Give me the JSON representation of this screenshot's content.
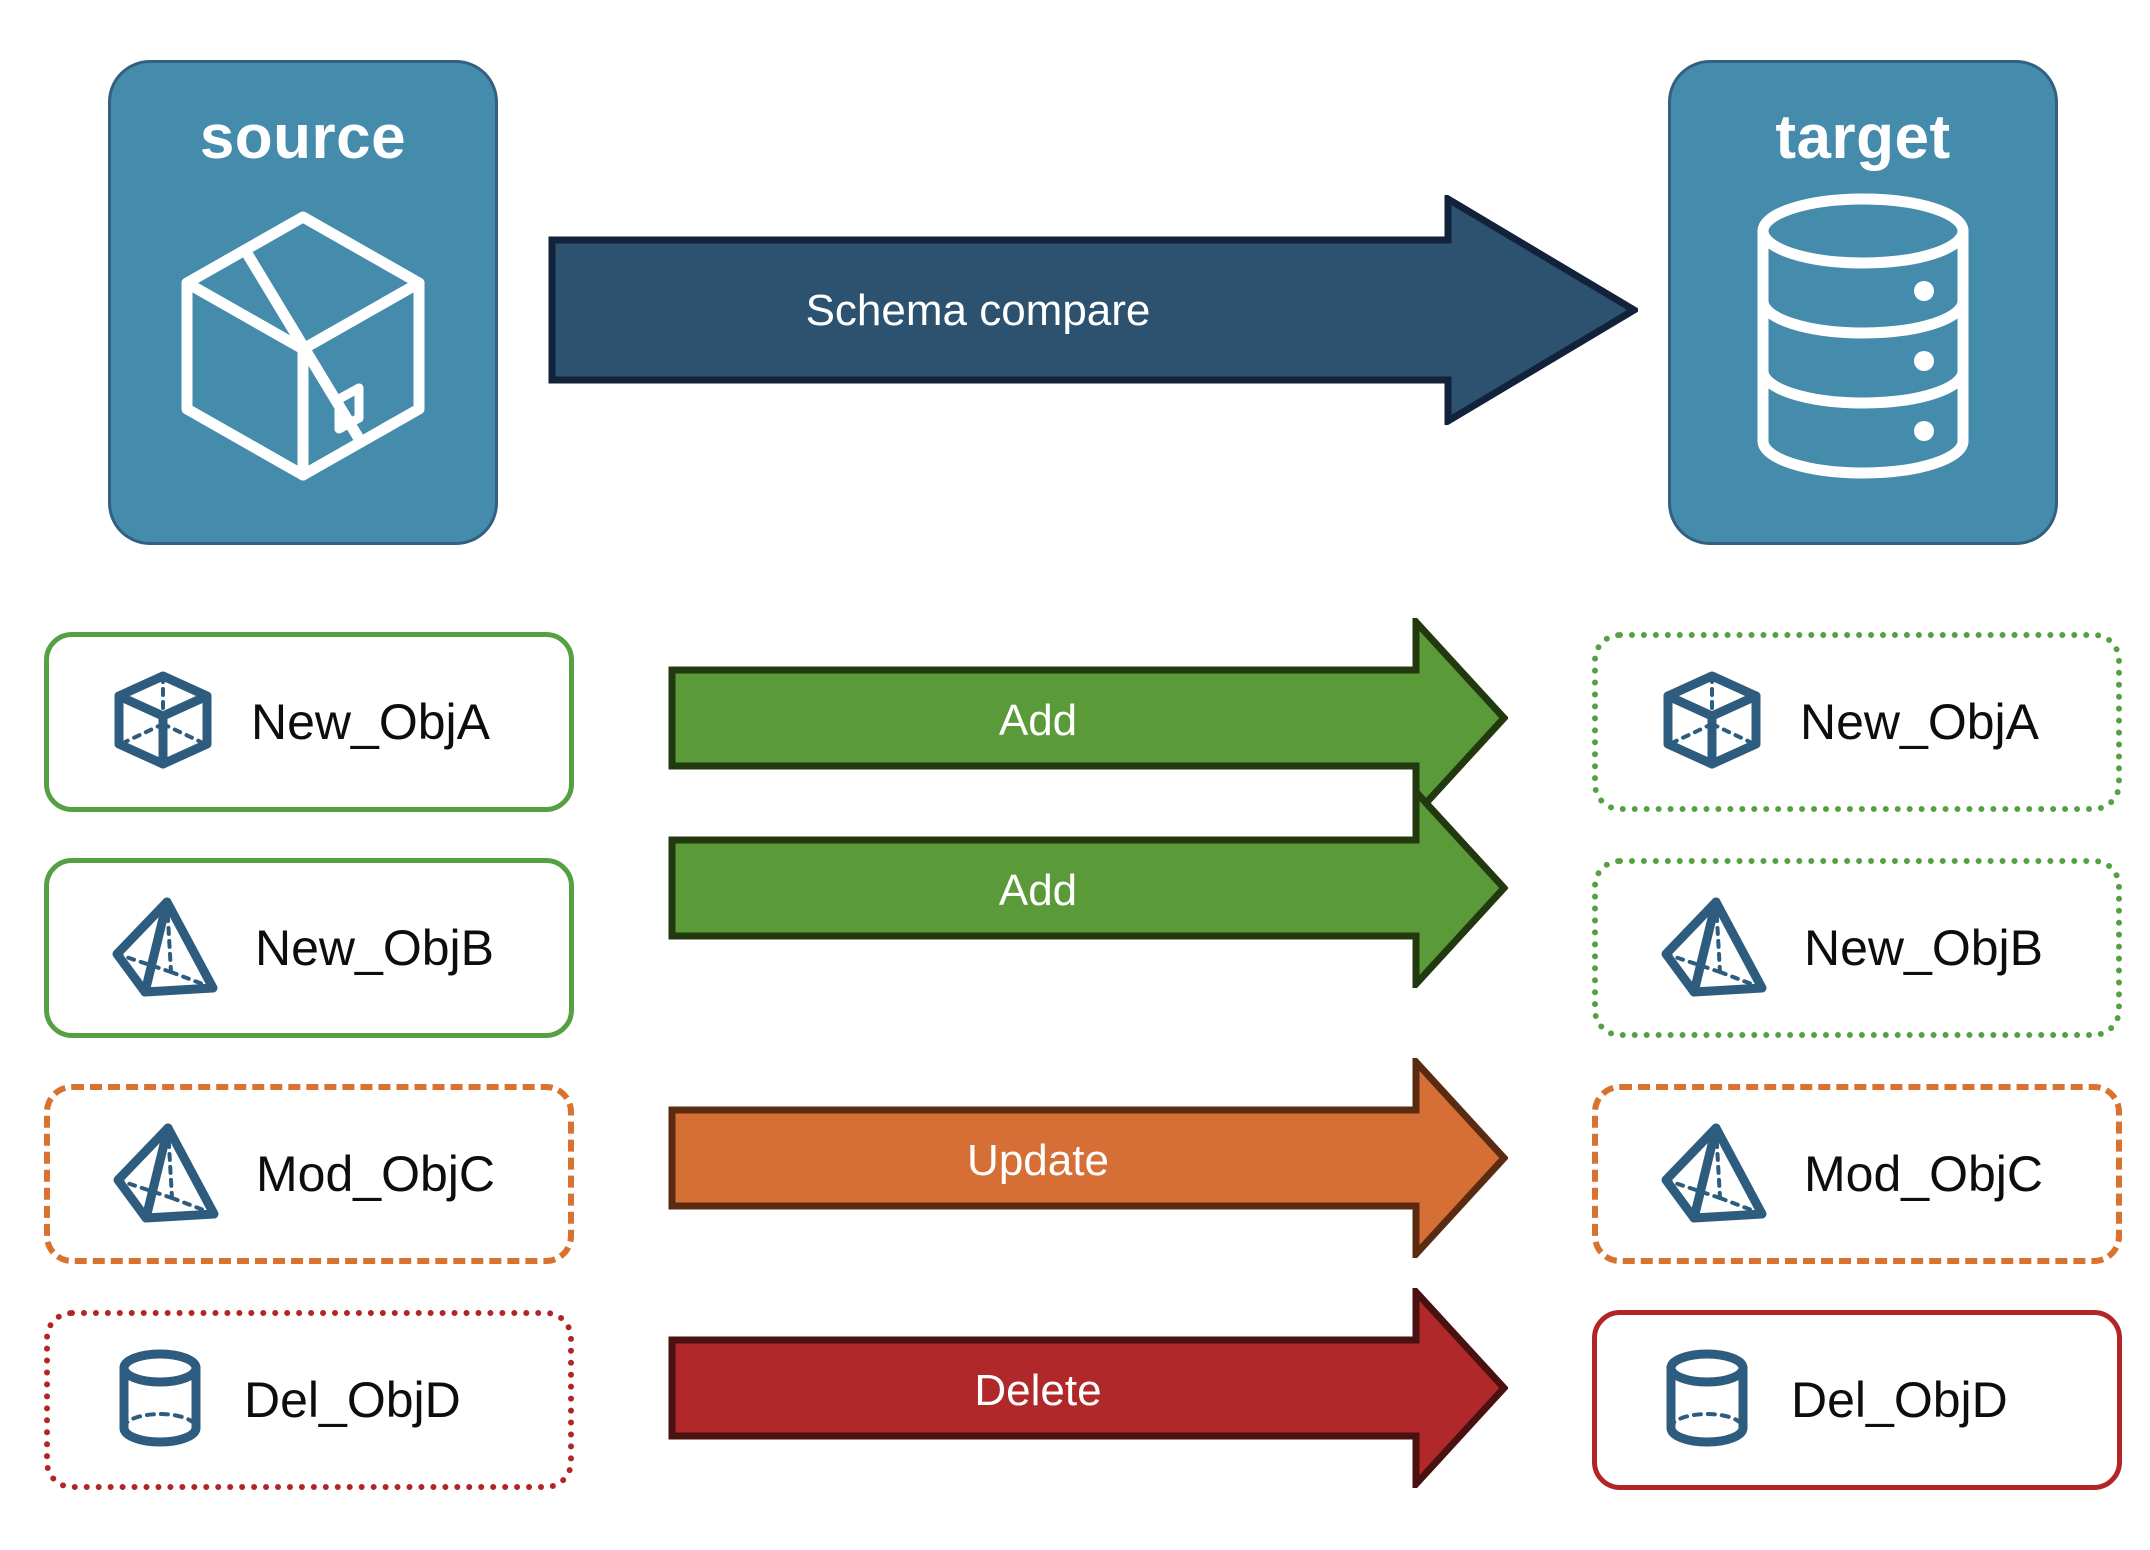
{
  "diagram": {
    "title_source": "source",
    "title_target": "target",
    "compare_arrow_label": "Schema compare",
    "colors": {
      "panel_fill": "#448BAC",
      "panel_stroke": "#336080",
      "compare_arrow_fill": "#2C5270",
      "compare_arrow_stroke": "#12223A",
      "add_fill": "#5A9A38",
      "add_stroke": "#22380F",
      "update_fill": "#D66F35",
      "update_stroke": "#5A2B11",
      "delete_fill": "#B0282A",
      "delete_stroke": "#4A1111",
      "icon_blue": "#2E5C7E",
      "green_border": "#55A043",
      "orange_border": "#D9722F",
      "red_border": "#B22525",
      "label_text": "#0d0d0d"
    }
  },
  "endpoints": {
    "source": {
      "label": "source",
      "icon": "box-3d-icon"
    },
    "target": {
      "label": "target",
      "icon": "database-cylinder-icon"
    }
  },
  "compare": {
    "label": "Schema compare",
    "icon": "right-arrow-icon"
  },
  "rows": [
    {
      "id": "row-a",
      "action": "Add",
      "action_kind": "add",
      "source": {
        "label": "New_ObjA",
        "icon": "cube-wireframe-icon",
        "border_style": "solid-green"
      },
      "target": {
        "label": "New_ObjA",
        "icon": "cube-wireframe-icon",
        "border_style": "dotted-green"
      }
    },
    {
      "id": "row-b",
      "action": "Add",
      "action_kind": "add",
      "source": {
        "label": "New_ObjB",
        "icon": "pyramid-wireframe-icon",
        "border_style": "solid-green"
      },
      "target": {
        "label": "New_ObjB",
        "icon": "pyramid-wireframe-icon",
        "border_style": "dotted-green"
      }
    },
    {
      "id": "row-c",
      "action": "Update",
      "action_kind": "update",
      "source": {
        "label": "Mod_ObjC",
        "icon": "pyramid-wireframe-icon",
        "border_style": "dashed-orange"
      },
      "target": {
        "label": "Mod_ObjC",
        "icon": "pyramid-wireframe-icon",
        "border_style": "dashed-orange"
      }
    },
    {
      "id": "row-d",
      "action": "Delete",
      "action_kind": "delete",
      "source": {
        "label": "Del_ObjD",
        "icon": "cylinder-wireframe-icon",
        "border_style": "dotted-red"
      },
      "target": {
        "label": "Del_ObjD",
        "icon": "cylinder-wireframe-icon",
        "border_style": "solid-red"
      }
    }
  ]
}
